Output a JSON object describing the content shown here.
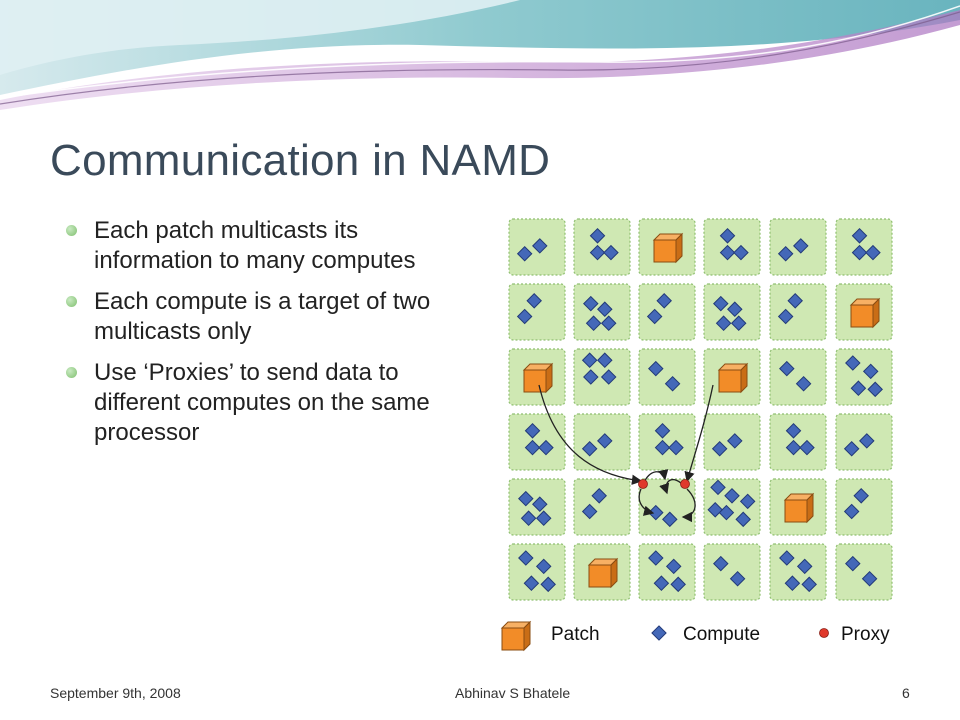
{
  "slide": {
    "title": "Communication in NAMD",
    "bullets": [
      "Each patch multicasts its information to many computes",
      "Each compute is a target of two multicasts only",
      "Use ‘Proxies’ to send data to different computes on the same processor"
    ],
    "footer": {
      "date": "September 9th, 2008",
      "author": "Abhinav S Bhatele",
      "page": "6"
    }
  },
  "figure": {
    "legend": {
      "patch": "Patch",
      "compute": "Compute",
      "proxy": "Proxy"
    },
    "colors": {
      "cell_fill": "#cfe8b3",
      "cell_border": "#8fbf70",
      "patch_fill": "#f28c28",
      "patch_border": "#8a4d12",
      "compute_fill": "#4468b8",
      "compute_border": "#223a78",
      "proxy_fill": "#e0392b"
    }
  }
}
